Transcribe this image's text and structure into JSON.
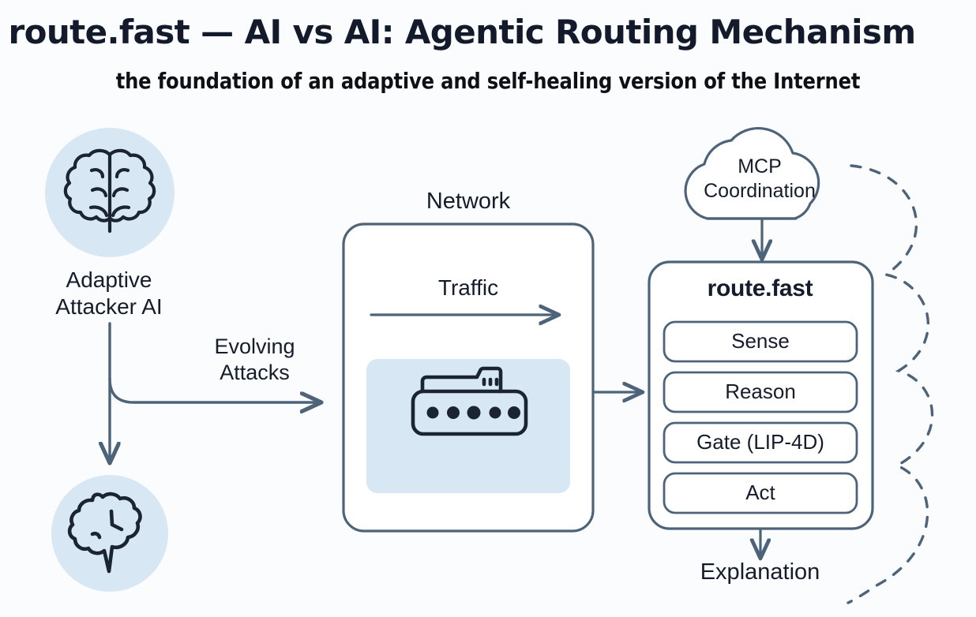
{
  "header": {
    "title": "route.fast — AI vs AI: Agentic Routing Mechanism",
    "subtitle": "the foundation of an adaptive and self-healing version of the Internet"
  },
  "colors": {
    "background": "#fbfcfd",
    "stroke": "#4d6379",
    "icon_stroke": "#1b2433",
    "accent_fill": "#d8e7f4",
    "panel_fill": "#d8e7f4",
    "text": "#151c2c"
  },
  "left": {
    "attacker_label": "Adaptive\nAttacker AI",
    "attacker_icon": "brain-icon",
    "defender_icon": "brain-thought-icon",
    "edge_label": "Evolving\nAttacks"
  },
  "network": {
    "title": "Network",
    "traffic_label": "Traffic",
    "device_icon": "router-icon",
    "device_ports": 5
  },
  "mcp": {
    "label": "MCP\nCoordination",
    "shape": "cloud"
  },
  "routefast": {
    "title": "route.fast",
    "stages": [
      {
        "label": "Sense"
      },
      {
        "label": "Reason"
      },
      {
        "label": "Gate (LIP-4D)"
      },
      {
        "label": "Act"
      }
    ],
    "output_label": "Explanation"
  },
  "feedback": {
    "style": "dashed",
    "shape": "scalloped-loop",
    "lobes": 3
  }
}
